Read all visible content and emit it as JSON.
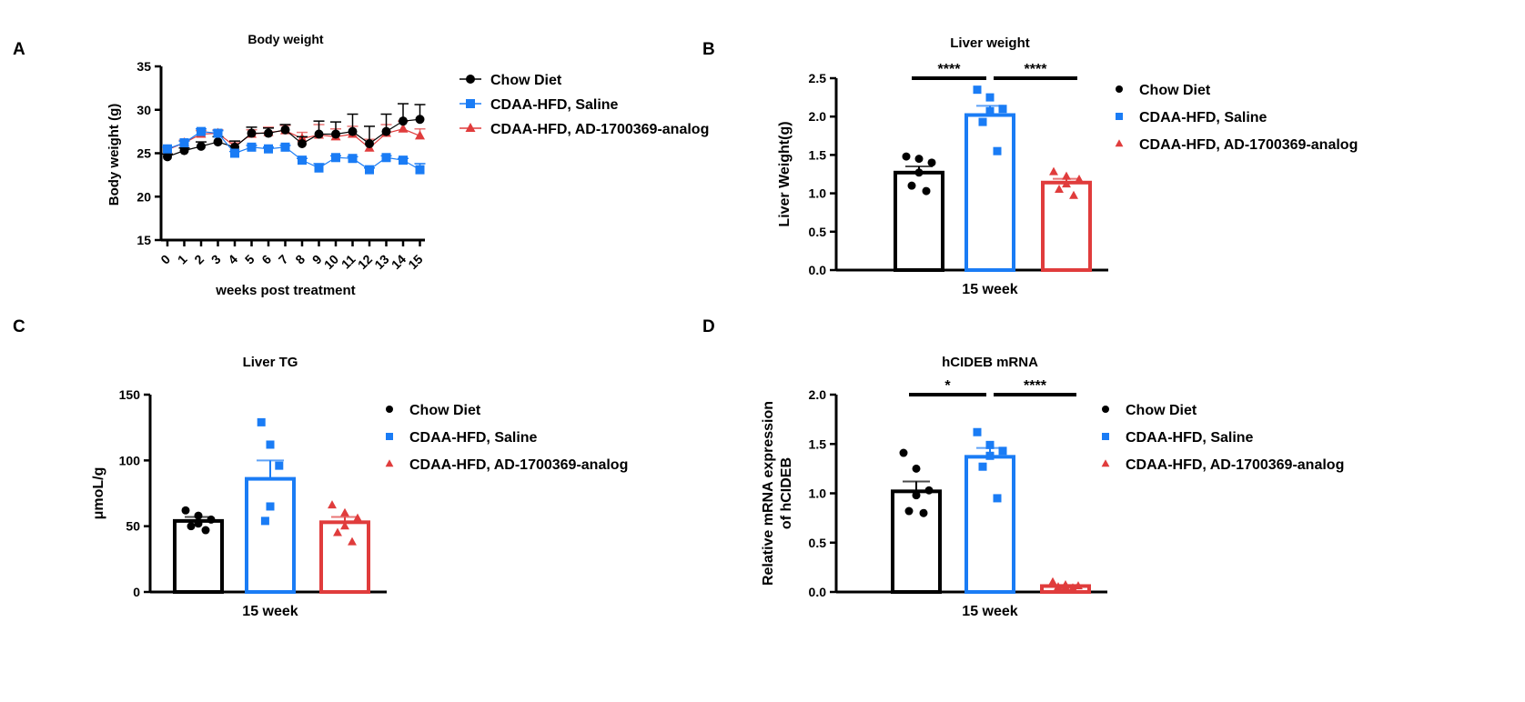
{
  "colors": {
    "chow": "#000000",
    "saline": "#1a7cf5",
    "ad": "#e03c3c"
  },
  "legend": [
    "Chow Diet",
    "CDAA-HFD, Saline",
    "CDAA-HFD, AD-1700369-analog"
  ],
  "chart_data": [
    {
      "panel": "A",
      "type": "line",
      "title": "Body weight",
      "xlabel": "weeks post treatment",
      "ylabel": "Body weight (g)",
      "ylim": [
        15,
        35
      ],
      "yticks": [
        "15",
        "20",
        "25",
        "30",
        "35"
      ],
      "x": [
        "0",
        "1",
        "2",
        "3",
        "4",
        "5",
        "6",
        "7",
        "8",
        "9",
        "10",
        "11",
        "12",
        "13",
        "14",
        "15"
      ],
      "series": [
        {
          "name": "Chow Diet",
          "values": [
            24.6,
            25.3,
            25.8,
            26.3,
            25.7,
            27.3,
            27.3,
            27.7,
            26.1,
            27.2,
            27.2,
            27.5,
            26.1,
            27.5,
            28.7,
            28.9
          ],
          "err": [
            0.3,
            0.3,
            0.5,
            0.6,
            0.7,
            0.7,
            0.6,
            0.6,
            0.8,
            1.5,
            1.4,
            2.0,
            2.0,
            2.0,
            2.0,
            1.7
          ]
        },
        {
          "name": "CDAA-HFD, Saline",
          "values": [
            25.5,
            26.2,
            27.5,
            27.3,
            25.0,
            25.7,
            25.5,
            25.7,
            24.2,
            23.3,
            24.5,
            24.4,
            23.1,
            24.5,
            24.2,
            23.1
          ],
          "err": [
            0.2,
            0.2,
            0.3,
            0.3,
            0.2,
            0.2,
            0.2,
            0.2,
            0.2,
            0.5,
            0.2,
            0.2,
            0.2,
            0.2,
            0.2,
            0.7
          ]
        },
        {
          "name": "CDAA-HFD, AD-1700369-analog",
          "values": [
            25.4,
            26.2,
            27.2,
            27.3,
            25.8,
            27.2,
            27.4,
            27.6,
            26.7,
            27.1,
            26.9,
            27.2,
            25.6,
            27.3,
            27.8,
            27.0
          ],
          "err": [
            0.3,
            0.3,
            0.4,
            0.4,
            0.4,
            0.5,
            0.6,
            0.6,
            0.7,
            1.2,
            0.9,
            0.9,
            1.0,
            1.0,
            0.9,
            0.8
          ]
        }
      ]
    },
    {
      "panel": "B",
      "type": "bar",
      "title": "Liver weight",
      "xlabel": "15 week",
      "ylabel": "Liver Weight(g)",
      "ylim": [
        0,
        2.5
      ],
      "yticks": [
        "0.0",
        "0.5",
        "1.0",
        "1.5",
        "2.0",
        "2.5"
      ],
      "groups": [
        {
          "name": "Chow Diet",
          "mean": 1.27,
          "sem": 0.08,
          "points": [
            1.48,
            1.45,
            1.4,
            1.27,
            1.1,
            1.03
          ]
        },
        {
          "name": "CDAA-HFD, Saline",
          "mean": 2.02,
          "sem": 0.12,
          "points": [
            2.35,
            2.25,
            2.1,
            2.07,
            1.93,
            1.55
          ]
        },
        {
          "name": "CDAA-HFD, AD-1700369-analog",
          "mean": 1.14,
          "sem": 0.05,
          "points": [
            1.28,
            1.22,
            1.18,
            1.12,
            1.05,
            0.97
          ]
        }
      ],
      "significance": [
        {
          "pair": [
            0,
            1
          ],
          "label": "****"
        },
        {
          "pair": [
            1,
            2
          ],
          "label": "****"
        }
      ]
    },
    {
      "panel": "C",
      "type": "bar",
      "title": "Liver TG",
      "xlabel": "15 week",
      "ylabel": "μmoL/g",
      "ylim": [
        0,
        150
      ],
      "yticks": [
        "0",
        "50",
        "100",
        "150"
      ],
      "groups": [
        {
          "name": "Chow Diet",
          "mean": 54,
          "sem": 3,
          "points": [
            62,
            58,
            55,
            52,
            50,
            47
          ]
        },
        {
          "name": "CDAA-HFD, Saline",
          "mean": 86,
          "sem": 14,
          "points": [
            129,
            112,
            96,
            65,
            54
          ]
        },
        {
          "name": "CDAA-HFD, AD-1700369-analog",
          "mean": 53,
          "sem": 4,
          "points": [
            66,
            60,
            56,
            50,
            45,
            38
          ]
        }
      ],
      "significance": []
    },
    {
      "panel": "D",
      "type": "bar",
      "title": "hCIDEB mRNA",
      "xlabel": "15 week",
      "ylabel": "Relative mRNA expression of hCIDEB",
      "ylabel_lines": [
        "Relative mRNA expression",
        "of hCIDEB"
      ],
      "ylim": [
        0,
        2.0
      ],
      "yticks": [
        "0.0",
        "0.5",
        "1.0",
        "1.5",
        "2.0"
      ],
      "groups": [
        {
          "name": "Chow Diet",
          "mean": 1.02,
          "sem": 0.1,
          "points": [
            1.41,
            1.25,
            1.03,
            0.98,
            0.82,
            0.8
          ]
        },
        {
          "name": "CDAA-HFD, Saline",
          "mean": 1.37,
          "sem": 0.09,
          "points": [
            1.62,
            1.49,
            1.43,
            1.38,
            1.27,
            0.95
          ]
        },
        {
          "name": "CDAA-HFD, AD-1700369-analog",
          "mean": 0.06,
          "sem": 0.01,
          "points": [
            0.1,
            0.07,
            0.06,
            0.05,
            0.05,
            0.04
          ]
        }
      ],
      "significance": [
        {
          "pair": [
            0,
            1
          ],
          "label": "*"
        },
        {
          "pair": [
            1,
            2
          ],
          "label": "****"
        }
      ]
    }
  ]
}
